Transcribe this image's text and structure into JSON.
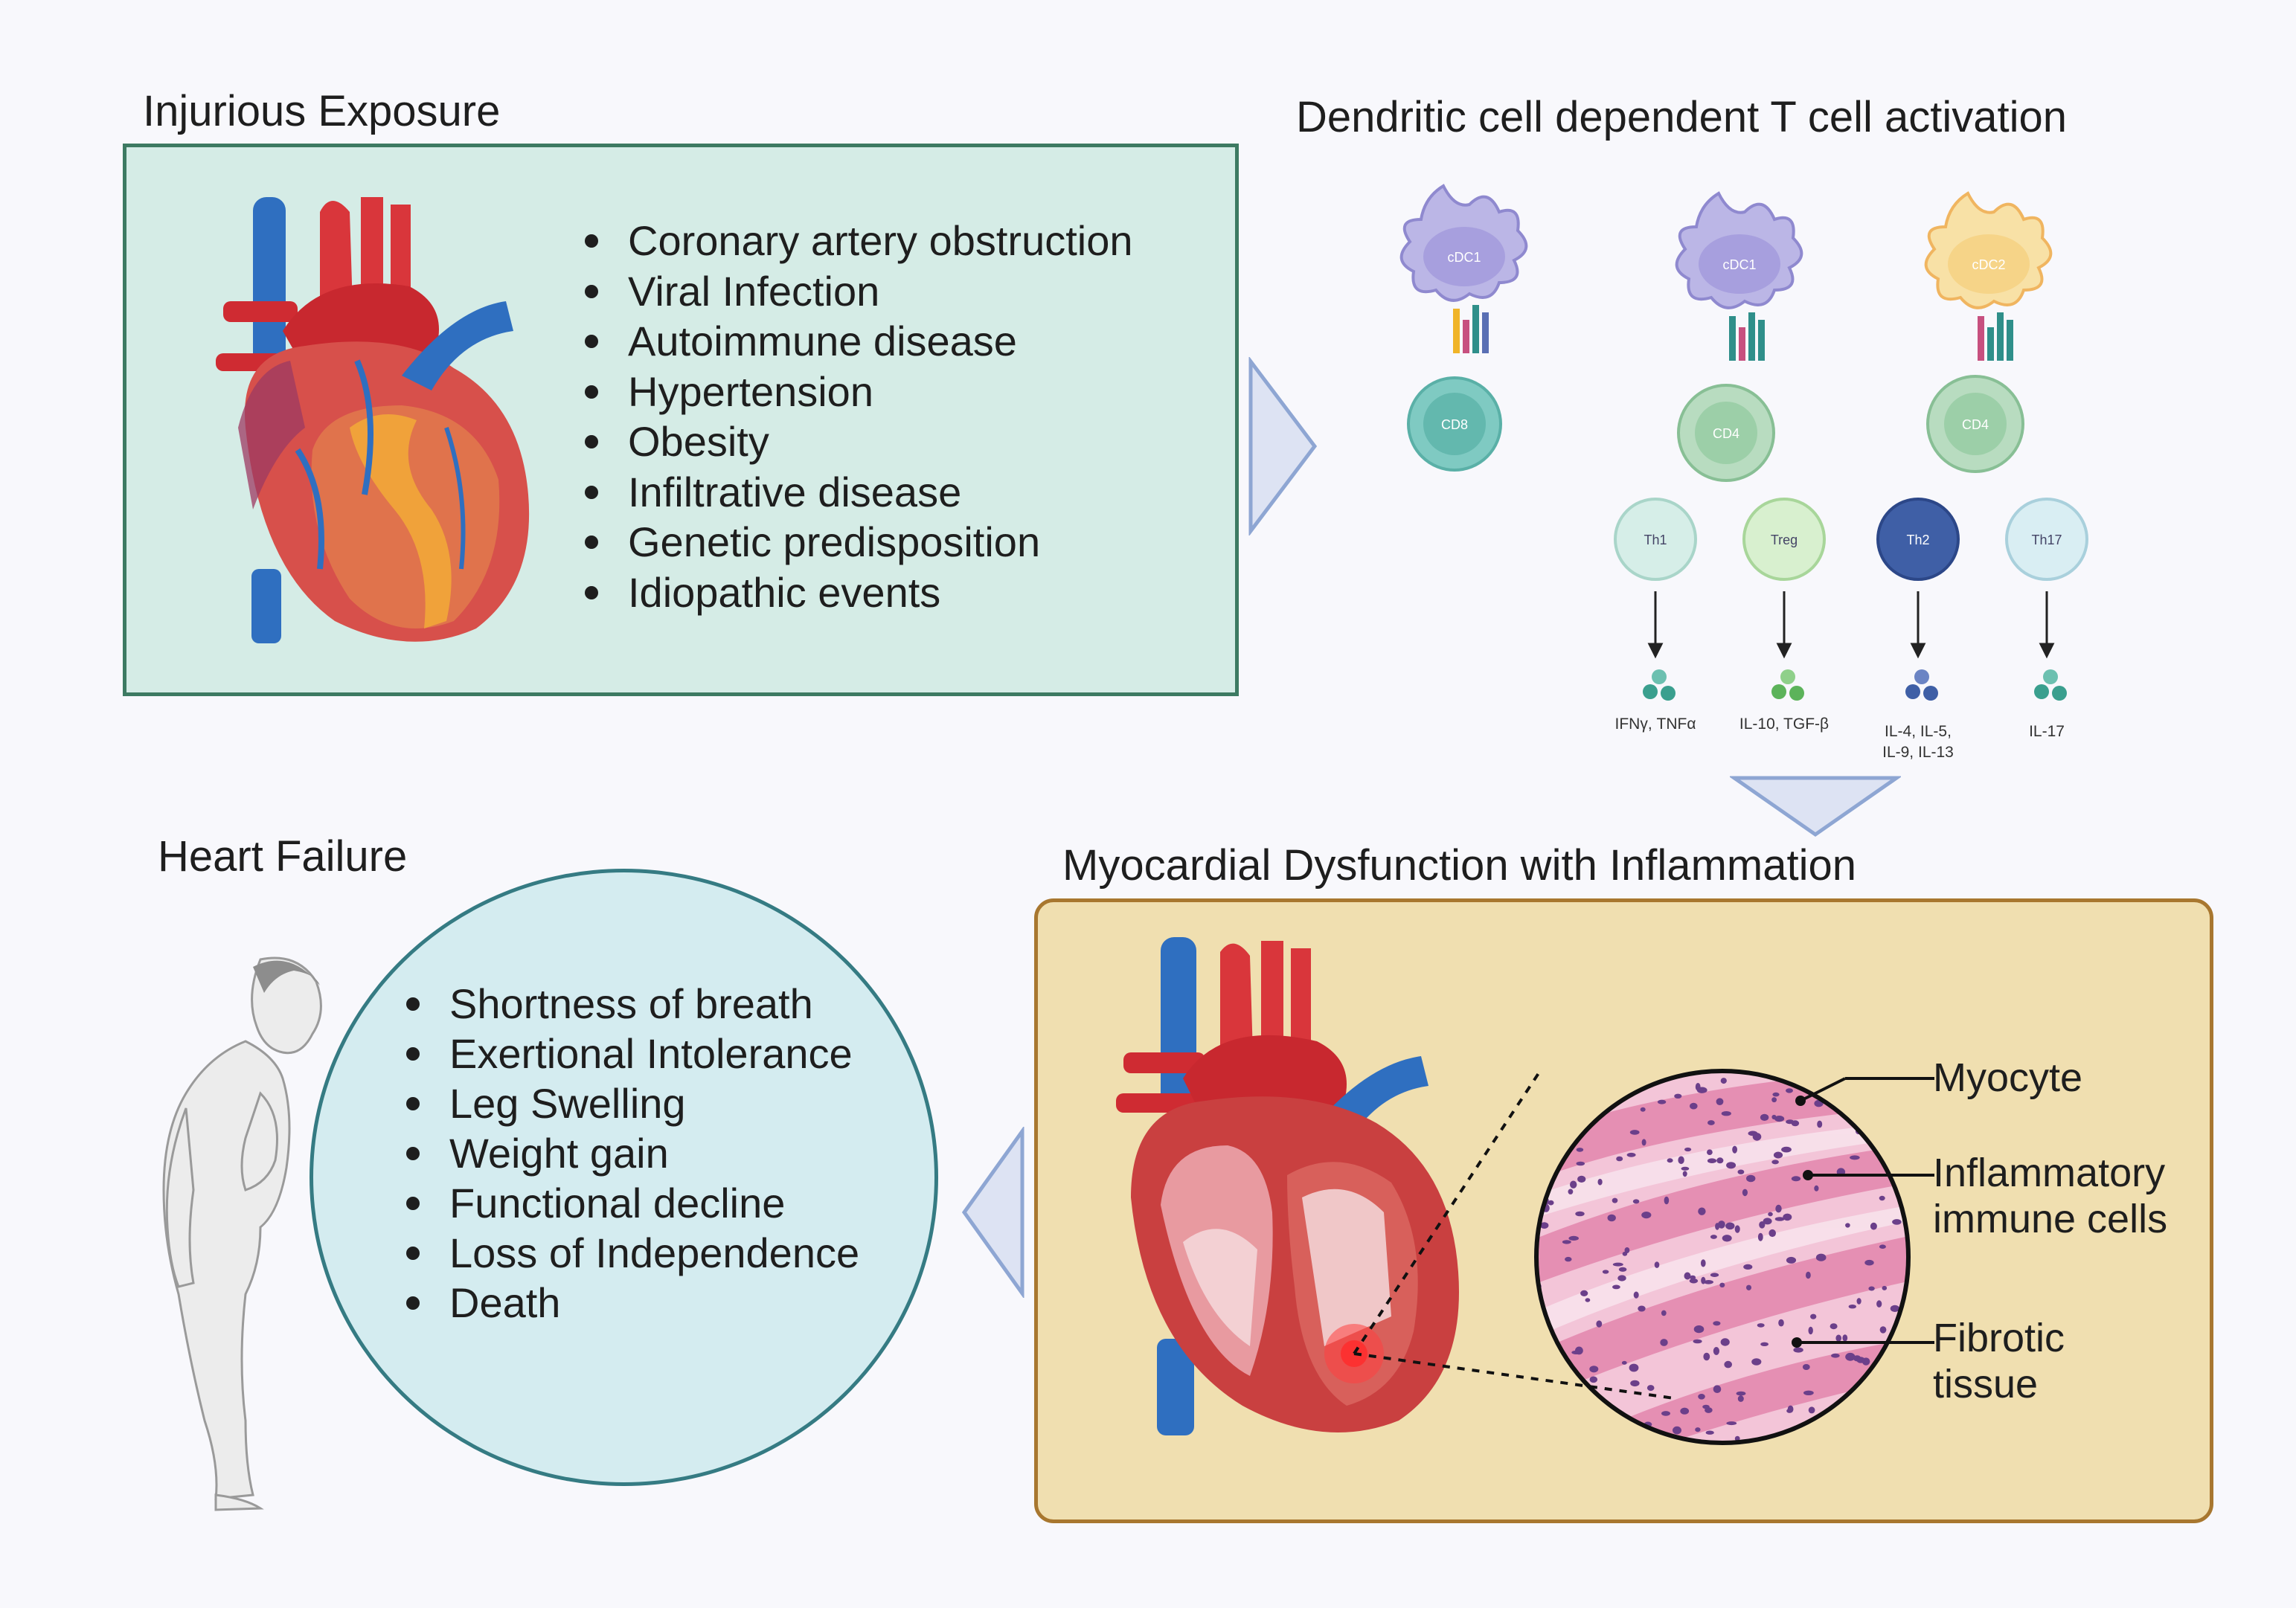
{
  "exposure": {
    "title": "Injurious Exposure",
    "items": [
      "Coronary artery obstruction",
      "Viral Infection",
      "Autoimmune disease",
      "Hypertension",
      "Obesity",
      "Infiltrative disease",
      "Genetic predisposition",
      "Idiopathic events"
    ]
  },
  "activation": {
    "title": "Dendritic cell dependent T cell activation",
    "dendritic_cells": [
      "cDC1",
      "cDC1",
      "cDC2"
    ],
    "t_cells": [
      "CD8",
      "CD4",
      "CD4"
    ],
    "helper_cells": [
      "Th1",
      "Treg",
      "Th2",
      "Th17"
    ],
    "cytokines": [
      "IFNγ, TNFα",
      "IL-10, TGF-β",
      "IL-4, IL-5,",
      "IL-9, IL-13",
      "IL-17"
    ]
  },
  "myocardial": {
    "title": "Myocardial Dysfunction with Inflammation",
    "labels": {
      "myocyte": "Myocyte",
      "inflammatory_1": "Inflammatory",
      "inflammatory_2": "immune cells",
      "fibrotic_1": "Fibrotic",
      "fibrotic_2": "tissue"
    }
  },
  "heart_failure": {
    "title": "Heart Failure",
    "items": [
      "Shortness of breath",
      "Exertional Intolerance",
      "Leg Swelling",
      "Weight gain",
      "Functional decline",
      "Loss of Independence",
      "Death"
    ]
  },
  "colors": {
    "exposure_bg": "#d5ece6",
    "myocardial_bg": "#f0dfb0",
    "heart_failure_bg": "#d4ecf0",
    "arrow_fill": "#dde3f3",
    "arrow_stroke": "#8ea6d3",
    "th2_color": "#3f5fa6"
  }
}
